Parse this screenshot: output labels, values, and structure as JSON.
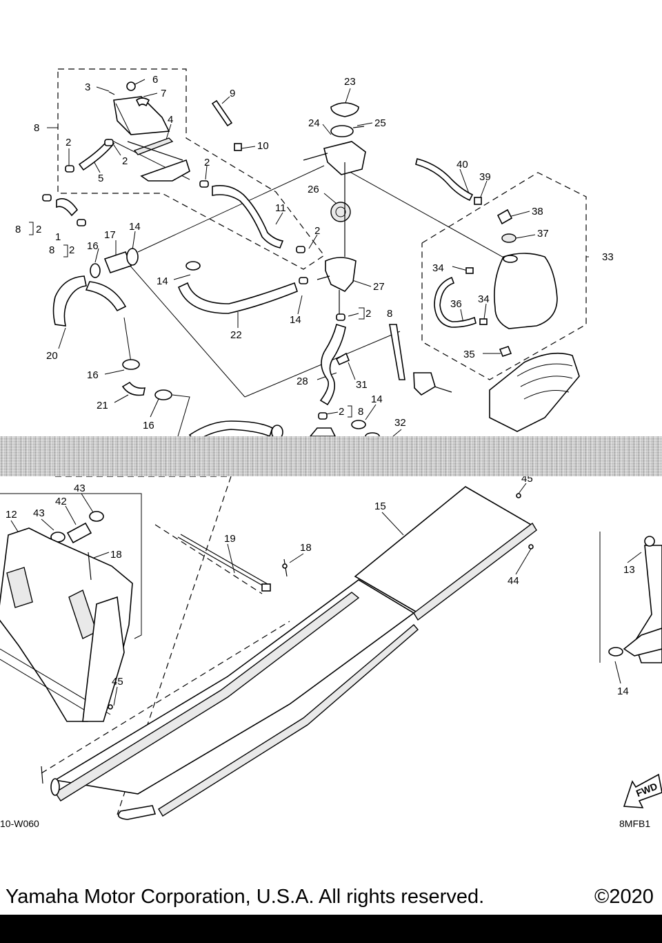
{
  "diagram": {
    "callouts": [
      {
        "id": "c3",
        "text": "3"
      },
      {
        "id": "c6",
        "text": "6"
      },
      {
        "id": "c7",
        "text": "7"
      },
      {
        "id": "c9",
        "text": "9"
      },
      {
        "id": "c23",
        "text": "23"
      },
      {
        "id": "c24",
        "text": "24"
      },
      {
        "id": "c25",
        "text": "25"
      },
      {
        "id": "c8a",
        "text": "8"
      },
      {
        "id": "c4",
        "text": "4"
      },
      {
        "id": "c10",
        "text": "10"
      },
      {
        "id": "c2a",
        "text": "2"
      },
      {
        "id": "c2b",
        "text": "2"
      },
      {
        "id": "c5",
        "text": "5"
      },
      {
        "id": "c2c",
        "text": "2"
      },
      {
        "id": "c40",
        "text": "40"
      },
      {
        "id": "c39",
        "text": "39"
      },
      {
        "id": "c26",
        "text": "26"
      },
      {
        "id": "c38",
        "text": "38"
      },
      {
        "id": "c11",
        "text": "11"
      },
      {
        "id": "c8b",
        "text": "8"
      },
      {
        "id": "c2d",
        "text": "2"
      },
      {
        "id": "c1",
        "text": "1"
      },
      {
        "id": "c17",
        "text": "17"
      },
      {
        "id": "c14a",
        "text": "14"
      },
      {
        "id": "c2e",
        "text": "2"
      },
      {
        "id": "c37",
        "text": "37"
      },
      {
        "id": "c8c",
        "text": "8"
      },
      {
        "id": "c2f",
        "text": "2"
      },
      {
        "id": "c16a",
        "text": "16"
      },
      {
        "id": "c33",
        "text": "33"
      },
      {
        "id": "c34a",
        "text": "34"
      },
      {
        "id": "c14b",
        "text": "14"
      },
      {
        "id": "c27",
        "text": "27"
      },
      {
        "id": "c36",
        "text": "36"
      },
      {
        "id": "c34b",
        "text": "34"
      },
      {
        "id": "c14c",
        "text": "14"
      },
      {
        "id": "c2g",
        "text": "2"
      },
      {
        "id": "c8d",
        "text": "8"
      },
      {
        "id": "c22",
        "text": "22"
      },
      {
        "id": "c20",
        "text": "20"
      },
      {
        "id": "c35",
        "text": "35"
      },
      {
        "id": "c16b",
        "text": "16"
      },
      {
        "id": "c28",
        "text": "28"
      },
      {
        "id": "c31",
        "text": "31"
      },
      {
        "id": "c21",
        "text": "21"
      },
      {
        "id": "c14d",
        "text": "14"
      },
      {
        "id": "c2h",
        "text": "2"
      },
      {
        "id": "c8e",
        "text": "8"
      },
      {
        "id": "c16c",
        "text": "16"
      },
      {
        "id": "c32",
        "text": "32"
      },
      {
        "id": "c45a",
        "text": "45"
      },
      {
        "id": "c43a",
        "text": "43"
      },
      {
        "id": "c42",
        "text": "42"
      },
      {
        "id": "c12",
        "text": "12"
      },
      {
        "id": "c43b",
        "text": "43"
      },
      {
        "id": "c15",
        "text": "15"
      },
      {
        "id": "c19",
        "text": "19"
      },
      {
        "id": "c18a",
        "text": "18"
      },
      {
        "id": "c18b",
        "text": "18"
      },
      {
        "id": "c13",
        "text": "13"
      },
      {
        "id": "c44",
        "text": "44"
      },
      {
        "id": "c45b",
        "text": "45"
      },
      {
        "id": "c14e",
        "text": "14"
      }
    ],
    "fwd_label": "FWD",
    "code_left": "10-W060",
    "code_right": "8MFB1"
  },
  "footer": {
    "copyright": "Yamaha Motor Corporation, U.S.A. All rights reserved.",
    "year": "©2020"
  }
}
